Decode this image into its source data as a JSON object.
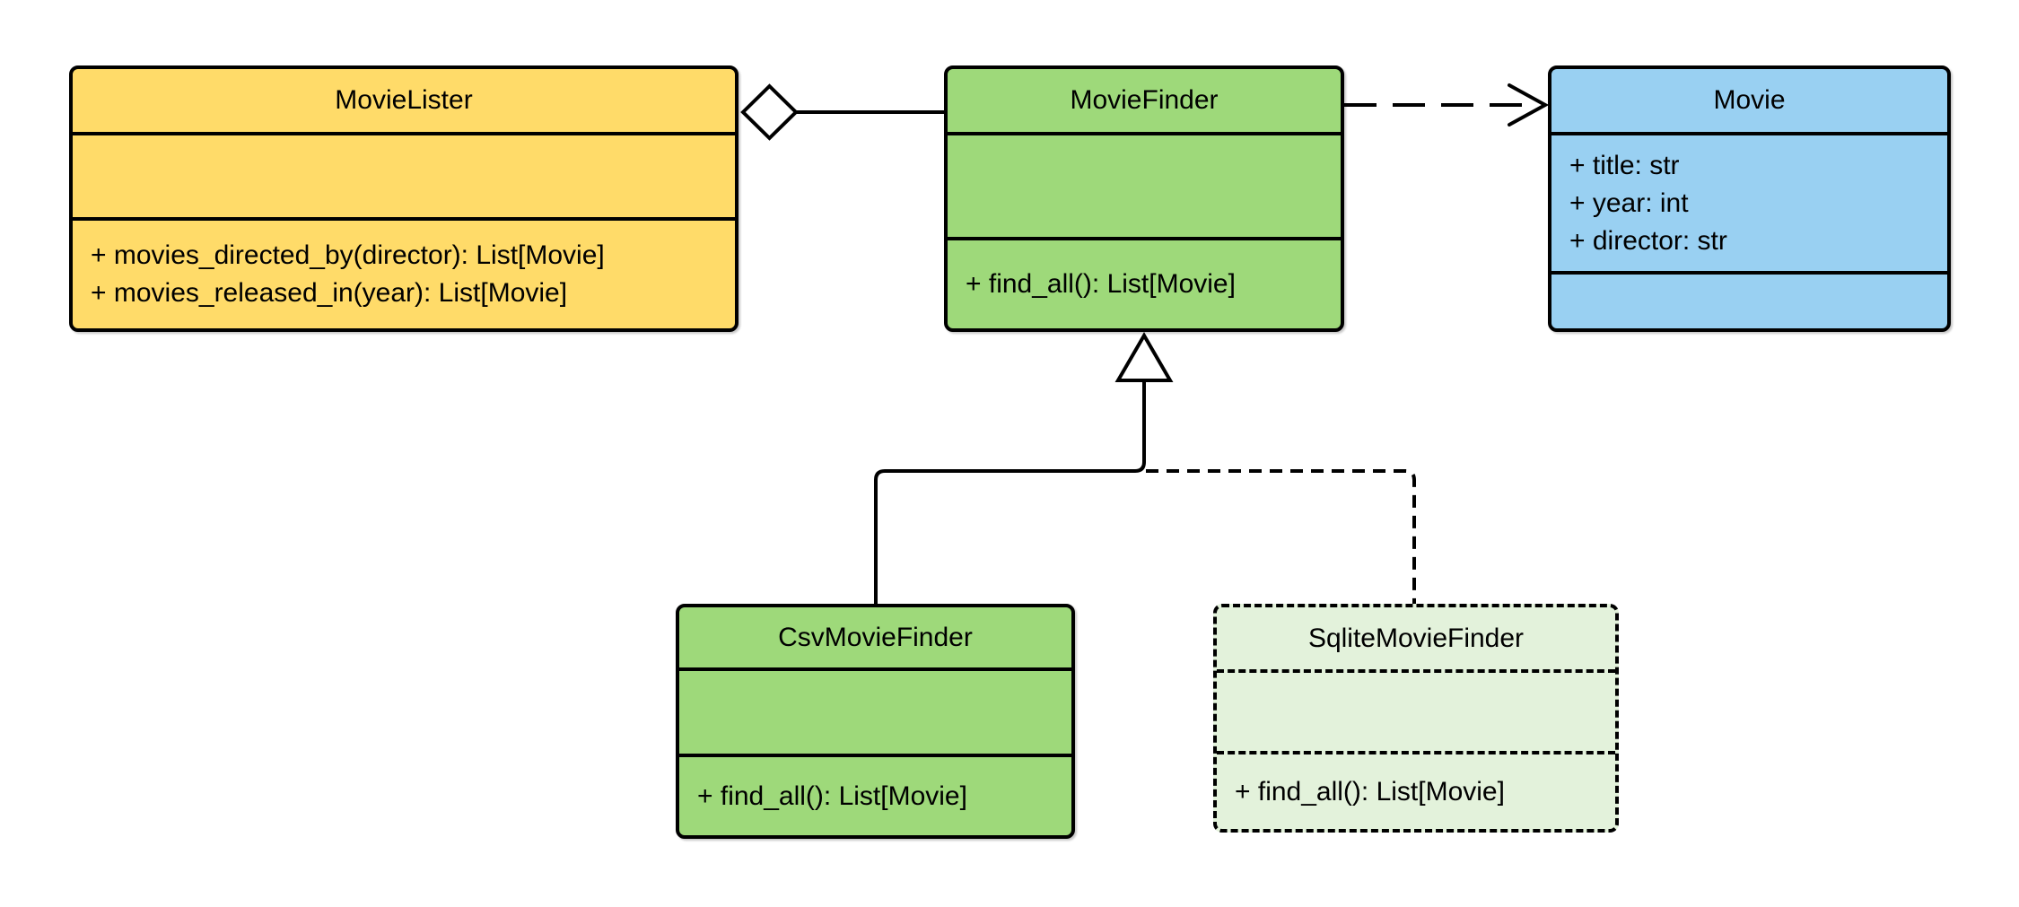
{
  "diagram": {
    "background": "#ffffff",
    "stroke": "#000000",
    "hollow_fill": "#ffffff"
  },
  "classes": [
    {
      "name": "MovieLister",
      "fill": "#ffdb69",
      "border_style": "solid",
      "attributes": [],
      "methods": [
        "+ movies_directed_by(director): List[Movie]",
        "+ movies_released_in(year): List[Movie]"
      ]
    },
    {
      "name": "MovieFinder",
      "fill": "#9ed97a",
      "border_style": "solid",
      "attributes": [],
      "methods": [
        "+ find_all(): List[Movie]"
      ]
    },
    {
      "name": "Movie",
      "fill": "#99d0f2",
      "border_style": "solid",
      "attributes": [
        "+ title: str",
        "+ year: int",
        "+ director: str"
      ],
      "methods": []
    },
    {
      "name": "CsvMovieFinder",
      "fill": "#9ed97a",
      "border_style": "solid",
      "attributes": [],
      "methods": [
        "+ find_all(): List[Movie]"
      ]
    },
    {
      "name": "SqliteMovieFinder",
      "fill": "#e3f2db",
      "border_style": "dashed",
      "attributes": [],
      "methods": [
        "+ find_all(): List[Movie]"
      ]
    }
  ],
  "relationships": [
    {
      "type": "aggregation",
      "from": "MovieLister",
      "to": "MovieFinder",
      "line": "solid",
      "marker": "hollow-diamond-at-source"
    },
    {
      "type": "dependency",
      "from": "MovieFinder",
      "to": "Movie",
      "line": "dashed",
      "marker": "open-arrow-at-target"
    },
    {
      "type": "inheritance",
      "from": "CsvMovieFinder",
      "to": "MovieFinder",
      "line": "solid",
      "marker": "hollow-triangle-at-target"
    },
    {
      "type": "inheritance",
      "from": "SqliteMovieFinder",
      "to": "MovieFinder",
      "line": "dashed",
      "marker": "hollow-triangle-at-target"
    }
  ]
}
